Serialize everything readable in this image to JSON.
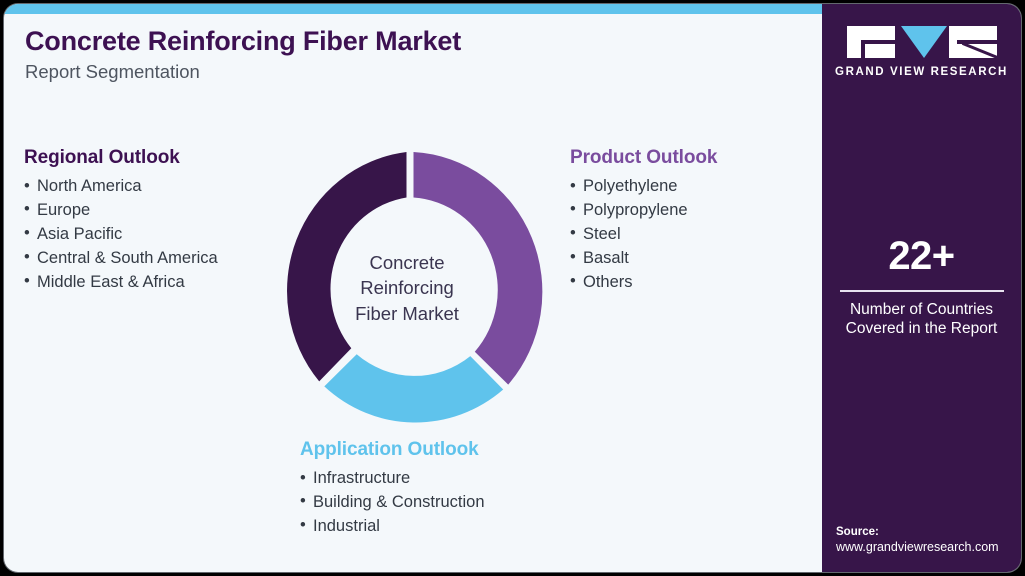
{
  "header": {
    "title": "Concrete Reinforcing Fiber Market",
    "subtitle": "Report Segmentation"
  },
  "colors": {
    "dark_purple": "#371549",
    "medium_purple": "#7a4c9e",
    "light_blue": "#5fc3ec",
    "panel_background": "#f4f8fb",
    "title_purple": "#3d1152"
  },
  "donut": {
    "center_line1": "Concrete",
    "center_line2": "Reinforcing",
    "center_line3": "Fiber Market"
  },
  "chart_data": {
    "type": "pie",
    "title": "Concrete Reinforcing Fiber Market",
    "categories": [
      "Regional Outlook",
      "Product Outlook",
      "Application Outlook"
    ],
    "values": [
      33.3,
      33.3,
      33.3
    ],
    "colors": [
      "#371549",
      "#7a4c9e",
      "#5fc3ec"
    ],
    "legend": "segment-labels-around-chart",
    "grid": false
  },
  "regional_outlook": {
    "heading": "Regional Outlook",
    "items": [
      "North America",
      "Europe",
      "Asia Pacific",
      "Central & South America",
      "Middle East & Africa"
    ]
  },
  "product_outlook": {
    "heading": "Product Outlook",
    "items": [
      "Polyethylene",
      "Polypropylene",
      "Steel",
      "Basalt",
      "Others"
    ]
  },
  "application_outlook": {
    "heading": "Application Outlook",
    "items": [
      "Infrastructure",
      "Building & Construction",
      "Industrial"
    ]
  },
  "side_panel": {
    "logo_text": "GRAND VIEW RESEARCH",
    "stat_number": "22+",
    "stat_caption_line1": "Number of Countries",
    "stat_caption_line2": "Covered in the Report",
    "source_label": "Source:",
    "source_url": "www.grandviewresearch.com"
  }
}
